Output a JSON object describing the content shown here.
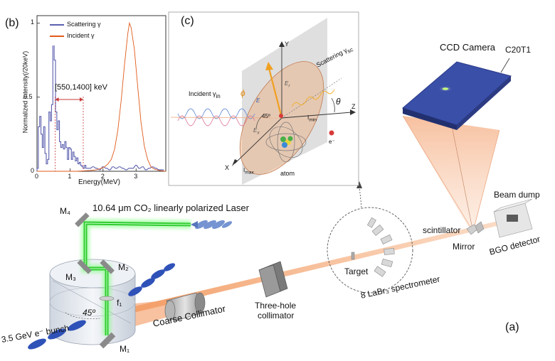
{
  "panels": {
    "a": "(a)",
    "b": "(b)",
    "c": "(c)"
  },
  "labels": {
    "ccd_camera": "CCD Camera",
    "c20t1": "C20T1",
    "beam_dump": "Beam dump",
    "scintillator": "scintillator",
    "mirror": "Mirror",
    "bgo_detector": "BGO detector",
    "target": "Target",
    "spectrometer": "8 LaBr₃ spectrometer",
    "three_hole_collimator_1": "Three-hole",
    "three_hole_collimator_2": "collimator",
    "coarse_collimator": "Coarse Collimator",
    "laser": "10.64 μm CO₂ linearly polarized Laser",
    "electron_bunch": "3.5 GeV e⁻ bunch",
    "mirror_m4": "M₄",
    "mirror_m3": "M₃",
    "mirror_m2": "M₂",
    "mirror_m1": "M₁",
    "lens_f1": "f₁",
    "angle_45": "45º"
  },
  "inset_c": {
    "axis_y": "Y",
    "axis_z": "Z",
    "axis_x": "X",
    "incident": "Incident γ",
    "incident_sub": "in",
    "scattering": "Scattering γ",
    "scattering_sub": "sc",
    "phi": "ϕ",
    "theta": "θ",
    "angle_45": "45º",
    "atom": "atom",
    "electron": "e⁻",
    "e_r": "E",
    "e_r_sub": "r",
    "e_vec": "E",
    "e_x": "E",
    "e_x_sub": "x",
    "i_max": "I",
    "i_max_sub": "max",
    "i_min": "I",
    "i_min_sub": "min"
  },
  "colors": {
    "laser_green": "#2fcc2f",
    "beam_orange": "#f3a06b",
    "electron_blue": "#2f52b8",
    "ccd_blue": "#3a4fa8",
    "scatter_blue": "#5b5fae",
    "incident_orange": "#e05a1a"
  },
  "chart_data": {
    "type": "line",
    "title": "",
    "xlabel": "Energy(MeV)",
    "ylabel": "Normalized Intensity(/20keV)",
    "xlim": [
      0,
      3.9
    ],
    "ylim": [
      0,
      1.05
    ],
    "xticks": [
      0,
      1,
      2,
      3
    ],
    "yticks": [
      0,
      0.5,
      1
    ],
    "xtick_labels": [
      "0",
      "1",
      "2",
      "3"
    ],
    "ytick_labels": [
      "0",
      "0.5",
      "1"
    ],
    "annotation": "[550,1400] keV",
    "annotation_range": [
      0.55,
      1.4
    ],
    "legend_position": "top-right",
    "series": [
      {
        "name": "Scattering γ",
        "color": "#5b5fae",
        "style": "step",
        "x": [
          0.02,
          0.06,
          0.1,
          0.14,
          0.18,
          0.22,
          0.26,
          0.3,
          0.34,
          0.38,
          0.42,
          0.46,
          0.5,
          0.54,
          0.58,
          0.62,
          0.66,
          0.7,
          0.74,
          0.78,
          0.82,
          0.86,
          0.9,
          0.94,
          0.98,
          1.02,
          1.06,
          1.1,
          1.14,
          1.18,
          1.22,
          1.26,
          1.3,
          1.34,
          1.38,
          1.42,
          1.46,
          1.5,
          1.6,
          1.7,
          1.8,
          1.9,
          2.0,
          2.1,
          2.2,
          2.3,
          2.4,
          2.5,
          2.6,
          2.7,
          2.8,
          2.9,
          3.0,
          3.1,
          3.2,
          3.3,
          3.4,
          3.5,
          3.6,
          3.7,
          3.8
        ],
        "y": [
          0.02,
          0.3,
          0.37,
          0.25,
          0.16,
          0.3,
          0.12,
          0.05,
          0.08,
          0.4,
          0.34,
          0.45,
          1.0,
          0.75,
          0.4,
          0.28,
          0.34,
          0.2,
          0.16,
          0.18,
          0.15,
          0.2,
          0.16,
          0.08,
          0.16,
          0.15,
          0.08,
          0.13,
          0.1,
          0.07,
          0.09,
          0.05,
          0.06,
          0.04,
          0.03,
          0.02,
          0.04,
          0.02,
          0.02,
          0.03,
          0.02,
          0.01,
          0.03,
          0.02,
          0.01,
          0.03,
          0.02,
          0.03,
          0.02,
          0.01,
          0.02,
          0.02,
          0.04,
          0.02,
          0.03,
          0.01,
          0.02,
          0.03,
          0.02,
          0.01,
          0.01
        ]
      },
      {
        "name": "Incident γ",
        "color": "#e05a1a",
        "style": "line",
        "x": [
          0,
          0.4,
          0.8,
          1.2,
          1.6,
          1.8,
          1.95,
          2.05,
          2.15,
          2.25,
          2.35,
          2.45,
          2.55,
          2.65,
          2.75,
          2.8,
          2.85,
          2.95,
          3.05,
          3.15,
          3.25,
          3.35,
          3.45,
          3.55,
          3.7,
          3.9
        ],
        "y": [
          0,
          0,
          0,
          0,
          0.005,
          0.01,
          0.02,
          0.03,
          0.05,
          0.08,
          0.15,
          0.28,
          0.48,
          0.72,
          0.93,
          1.0,
          0.97,
          0.82,
          0.57,
          0.33,
          0.17,
          0.08,
          0.03,
          0.015,
          0.005,
          0
        ]
      }
    ]
  }
}
